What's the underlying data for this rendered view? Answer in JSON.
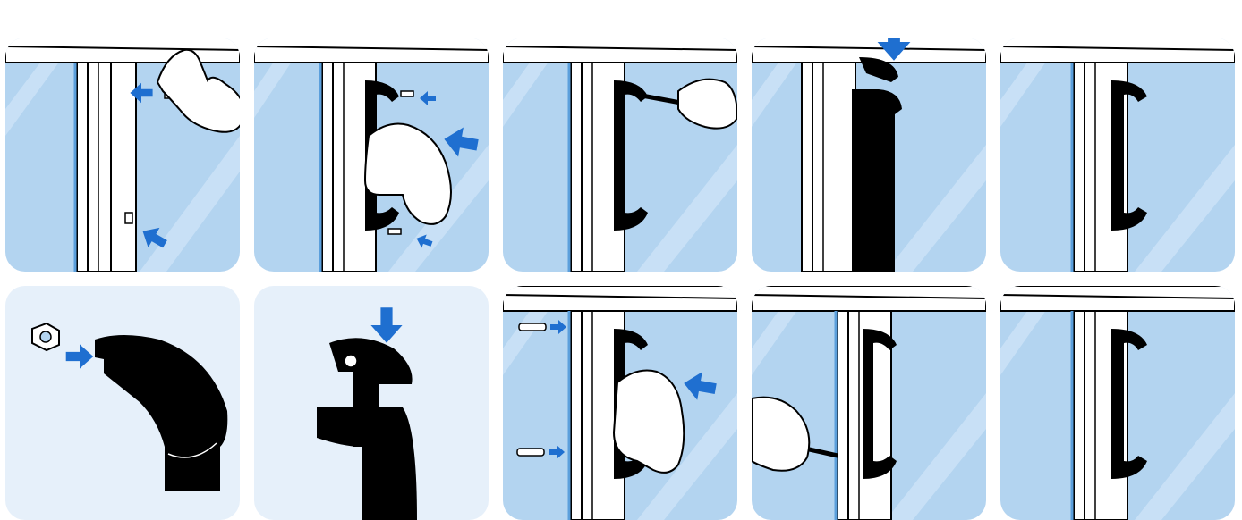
{
  "diagram": {
    "kind": "door-handle-installation-instructions",
    "rows": [
      {
        "panels": [
          {
            "id": "r1-p1",
            "step": "insert-mounting-nuts-into-door-profile",
            "icons": [
              "hand-icon",
              "nut-icon",
              "arrow-icon",
              "arrow-icon"
            ]
          },
          {
            "id": "r1-p2",
            "step": "hold-handle-and-insert-screws",
            "icons": [
              "handle-icon",
              "hand-icon",
              "screw-icon",
              "screw-icon",
              "arrow-icon",
              "arrow-icon",
              "arrow-icon"
            ]
          },
          {
            "id": "r1-p3",
            "step": "tighten-screws-with-screwdriver",
            "icons": [
              "handle-icon",
              "hand-icon",
              "screwdriver-icon"
            ]
          },
          {
            "id": "r1-p4",
            "step": "press-cover-strip-down-onto-handle",
            "icons": [
              "handle-icon",
              "cover-strip-icon",
              "arrow-icon"
            ]
          },
          {
            "id": "r1-p5",
            "step": "handle-installed",
            "icons": [
              "handle-icon"
            ]
          }
        ]
      },
      {
        "panels": [
          {
            "id": "r2-p1",
            "step": "insert-nut-into-handle-end",
            "icons": [
              "nut-icon",
              "handle-end-icon",
              "arrow-icon"
            ]
          },
          {
            "id": "r2-p2",
            "step": "press-handle-end-into-profile",
            "icons": [
              "handle-end-icon",
              "profile-icon",
              "arrow-icon"
            ]
          },
          {
            "id": "r2-p3",
            "step": "hold-handle-and-insert-screws",
            "icons": [
              "handle-icon",
              "hand-icon",
              "screw-icon",
              "screw-icon",
              "arrow-icon",
              "arrow-icon",
              "arrow-icon"
            ]
          },
          {
            "id": "r2-p4",
            "step": "tighten-screws-with-screwdriver",
            "icons": [
              "handle-icon",
              "hand-icon",
              "screwdriver-icon"
            ]
          },
          {
            "id": "r2-p5",
            "step": "handle-installed",
            "icons": [
              "handle-icon"
            ]
          }
        ]
      }
    ],
    "colors": {
      "glass": "#b3d4f0",
      "glass_light": "#d2e6f8",
      "glass_edge": "#5b9fdc",
      "panel_plain": "#e6f0fa",
      "frame": "#ffffff",
      "outline": "#000000",
      "handle": "#000000",
      "arrow": "#1f6fd0",
      "hand": "#ffffff"
    }
  }
}
